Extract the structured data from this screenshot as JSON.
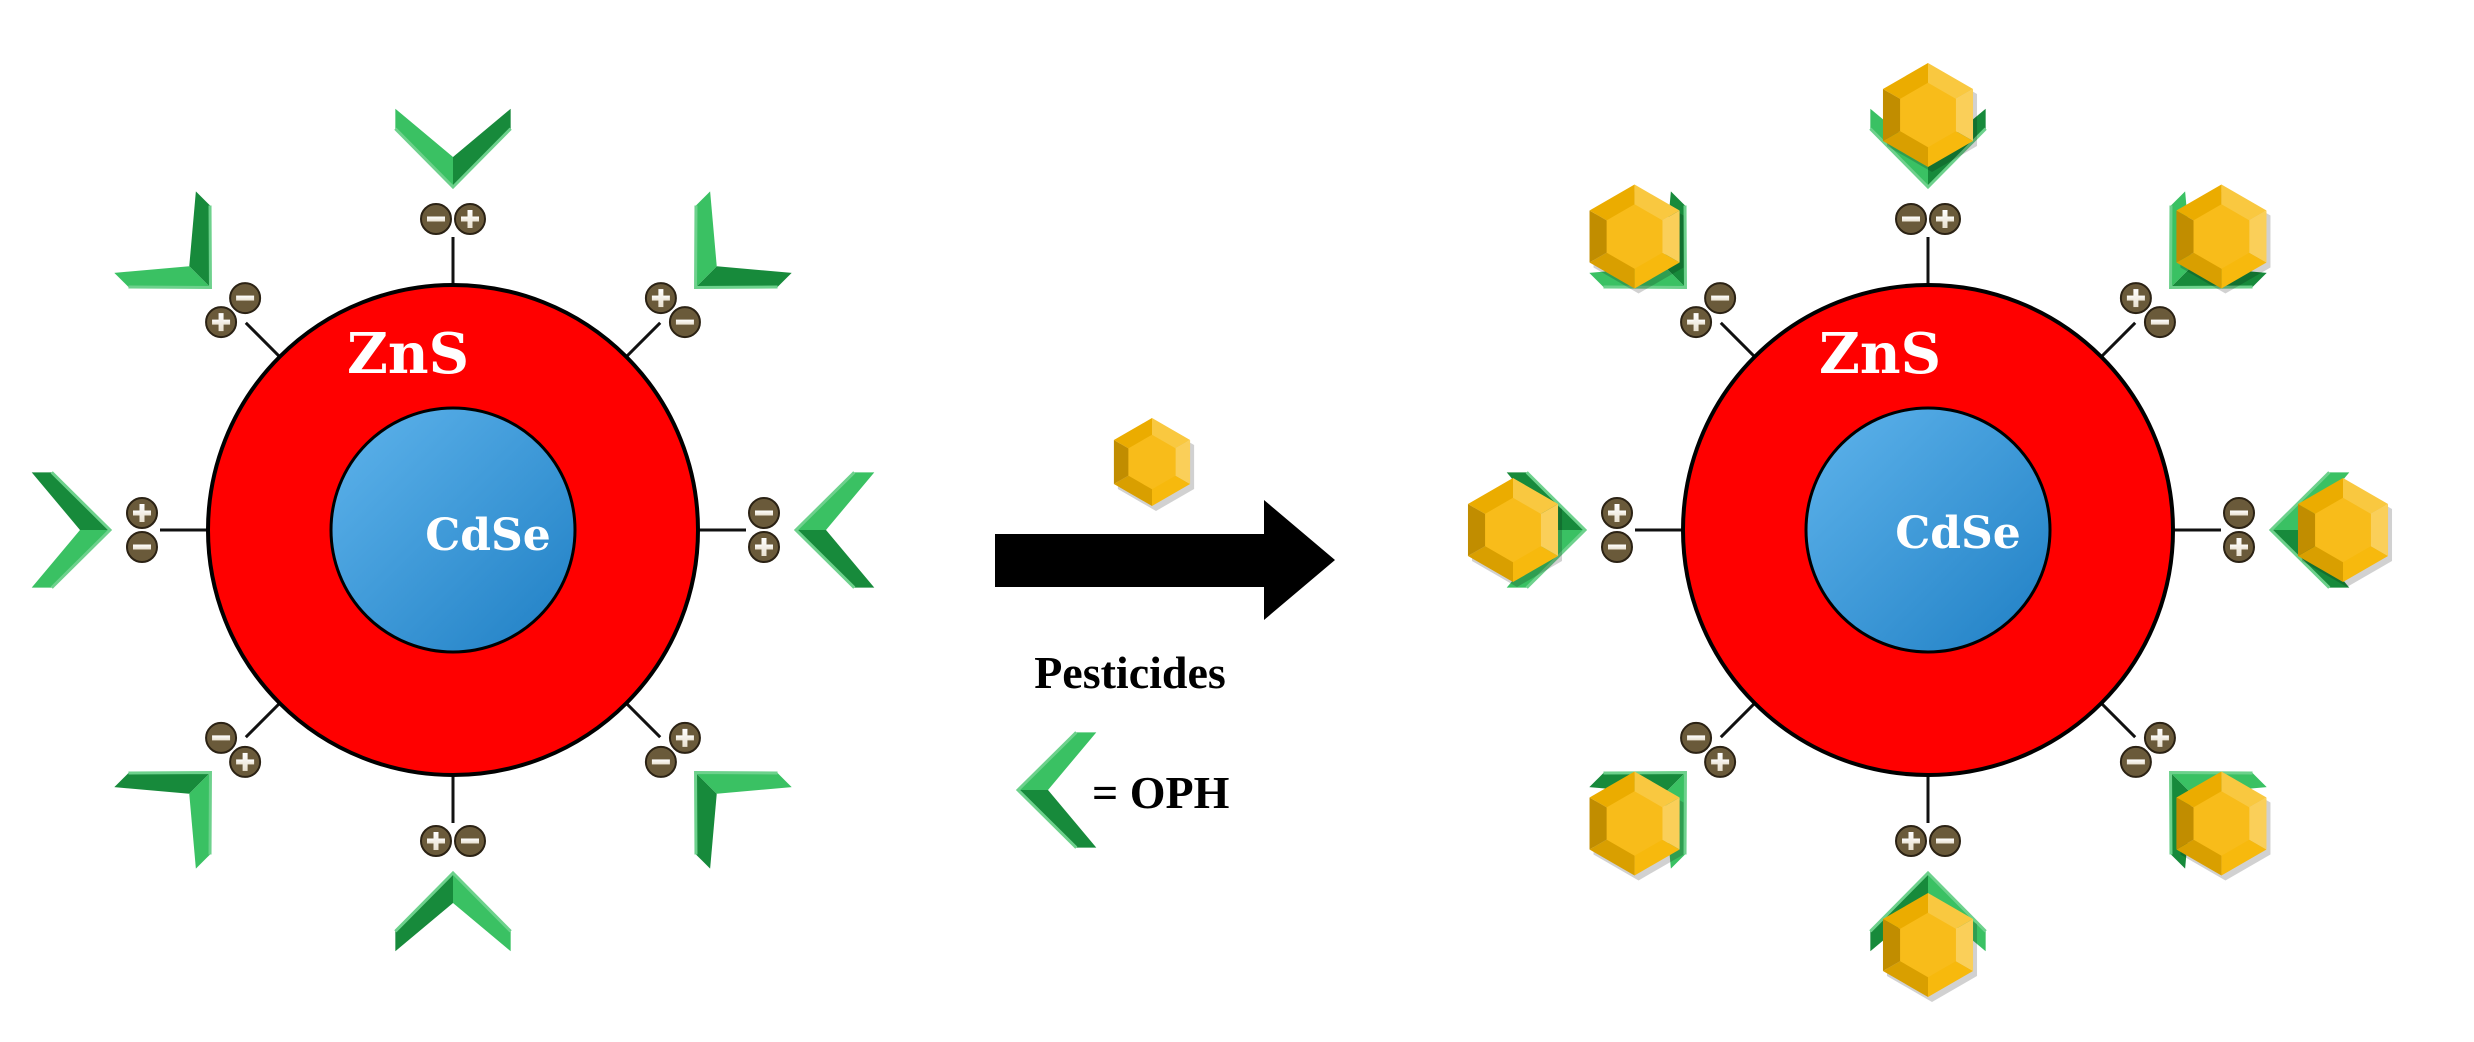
{
  "labels": {
    "shell": "ZnS",
    "core": "CdSe",
    "arrow_caption": "Pesticides",
    "legend_text": "= OPH"
  },
  "colors": {
    "shell": "#ff0000",
    "core": "#2f96dc",
    "enzyme": "#1fb84e",
    "pesticide": "#f7b500",
    "charge": "#6a5a3a",
    "arrow": "#000000"
  },
  "icons": {
    "enzyme": "green-chevron-icon",
    "pesticide": "yellow-hexagon-icon",
    "positive": "plus-charge-icon",
    "negative": "minus-charge-icon"
  }
}
